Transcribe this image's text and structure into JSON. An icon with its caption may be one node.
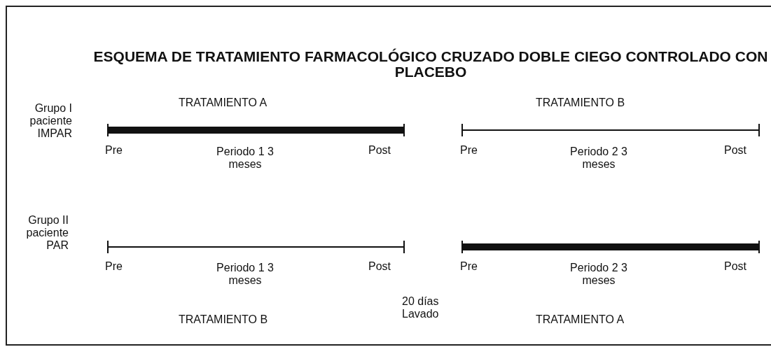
{
  "diagram": {
    "title": "ESQUEMA DE TRATAMIENTO FARMACOLÓGICO CRUZADO DOBLE CIEGO CONTROLADO CON PLACEBO",
    "labels": [
      "Grupo I paciente IMPAR",
      "TRATAMIENTO A",
      "TRATAMIENTO B",
      "Pre",
      "Periodo 1 3 meses",
      "Post",
      "Pre",
      "Periodo 2 3 meses",
      "Post",
      "Grupo II paciente PAR",
      "Pre",
      "Periodo 1 3 meses",
      "Post",
      "Pre",
      "Periodo 2 3 meses",
      "Post",
      "20 días Lavado",
      "TRATAMIENTO B",
      "TRATAMIENTO A"
    ]
  }
}
